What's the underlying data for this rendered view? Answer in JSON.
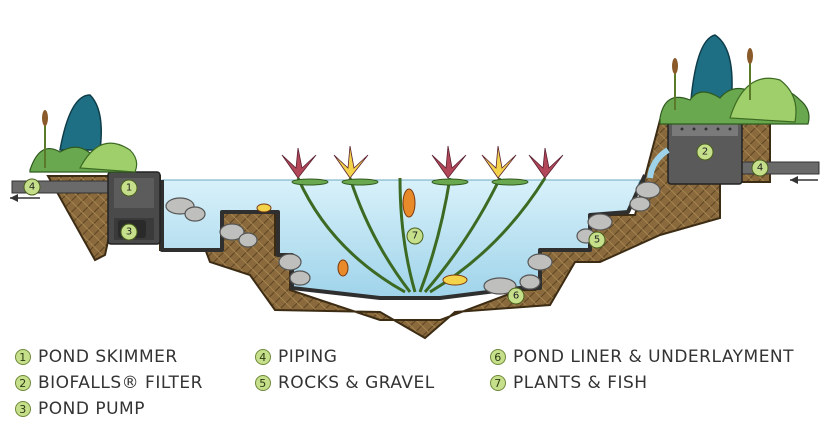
{
  "markers": {
    "skimmer": "1",
    "filter": "2",
    "pump": "3",
    "piping_left": "4",
    "piping_right": "4",
    "rocks": "5",
    "liner": "6",
    "plants": "7"
  },
  "legend": [
    {
      "number": "1",
      "label": "POND SKIMMER"
    },
    {
      "number": "2",
      "label": "BIOFALLS® FILTER"
    },
    {
      "number": "3",
      "label": "POND PUMP"
    },
    {
      "number": "4",
      "label": "PIPING"
    },
    {
      "number": "5",
      "label": "ROCKS & GRAVEL"
    },
    {
      "number": "6",
      "label": "POND LINER & UNDERLAYMENT"
    },
    {
      "number": "7",
      "label": "PLANTS & FISH"
    }
  ],
  "colors": {
    "soil": "#8a6a3c",
    "water": "#bfe6f4",
    "liner": "#3a3a3a",
    "badge": "#c6df8a",
    "foliage": "#6aa84f",
    "lily_red": "#b3475a",
    "lily_yellow": "#f2d34a",
    "fish": "#e8892a"
  },
  "icons": {
    "skimmer": "skimmer-box-icon",
    "filter": "biofalls-filter-icon",
    "pump": "pump-icon",
    "fish": "koi-fish-icon",
    "lily": "water-lily-icon"
  }
}
